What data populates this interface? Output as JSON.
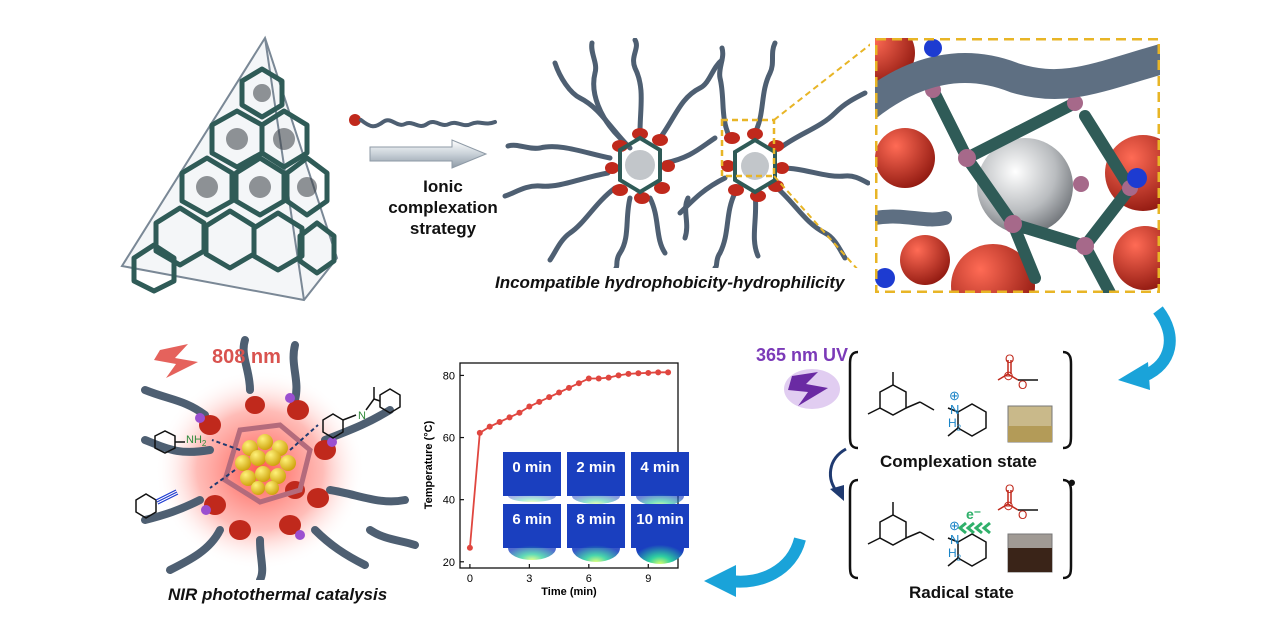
{
  "strategy_label": [
    "Ionic",
    "complexation",
    "strategy"
  ],
  "caption_top": "Incompatible hydrophobicity-hydrophilicity",
  "caption_bottom": "NIR photothermal catalysis",
  "laser_label": "808 nm",
  "uv_label": "365 nm UV",
  "state_complexation": "Complexation state",
  "state_radical": "Radical state",
  "radical_dot": "•",
  "molecules": {
    "aniline_nh2": "NH",
    "aniline_sub": "2",
    "imine_n": "N",
    "ammonium_n": "N",
    "ammonium_h2": "H",
    "ammonium_h2_sub": "2",
    "plus": "⊕",
    "minus": "⊖",
    "carbonyl_o": "O",
    "ester_o": "O",
    "electron": "e⁻"
  },
  "thermal_tiles": [
    "0 min",
    "2 min",
    "4 min",
    "6 min",
    "8 min",
    "10 min"
  ],
  "colors": {
    "framework": "#2f5b57",
    "chain": "#4e5f72",
    "oxygen": "#c0291c",
    "laser": "#d9534f",
    "uv": "#7b3ab8",
    "arrow_blue": "#1aa3d9",
    "highlight": "#e8b526",
    "series": "#e0463f"
  },
  "chart_data": {
    "type": "line",
    "xlabel": "Time (min)",
    "ylabel": "Temperature (°C)",
    "xlim": [
      -0.5,
      10.5
    ],
    "ylim": [
      18,
      84
    ],
    "xticks": [
      0,
      3,
      6,
      9
    ],
    "yticks": [
      20,
      40,
      60,
      80
    ],
    "x": [
      0,
      0.5,
      1,
      1.5,
      2,
      2.5,
      3,
      3.5,
      4,
      4.5,
      5,
      5.5,
      6,
      6.5,
      7,
      7.5,
      8,
      8.5,
      9,
      9.5,
      10
    ],
    "y": [
      24.5,
      61.5,
      63.5,
      65,
      66.5,
      68,
      70,
      71.5,
      73,
      74.5,
      76,
      77.5,
      79,
      79,
      79.3,
      80,
      80.5,
      80.7,
      80.8,
      81,
      81
    ]
  }
}
